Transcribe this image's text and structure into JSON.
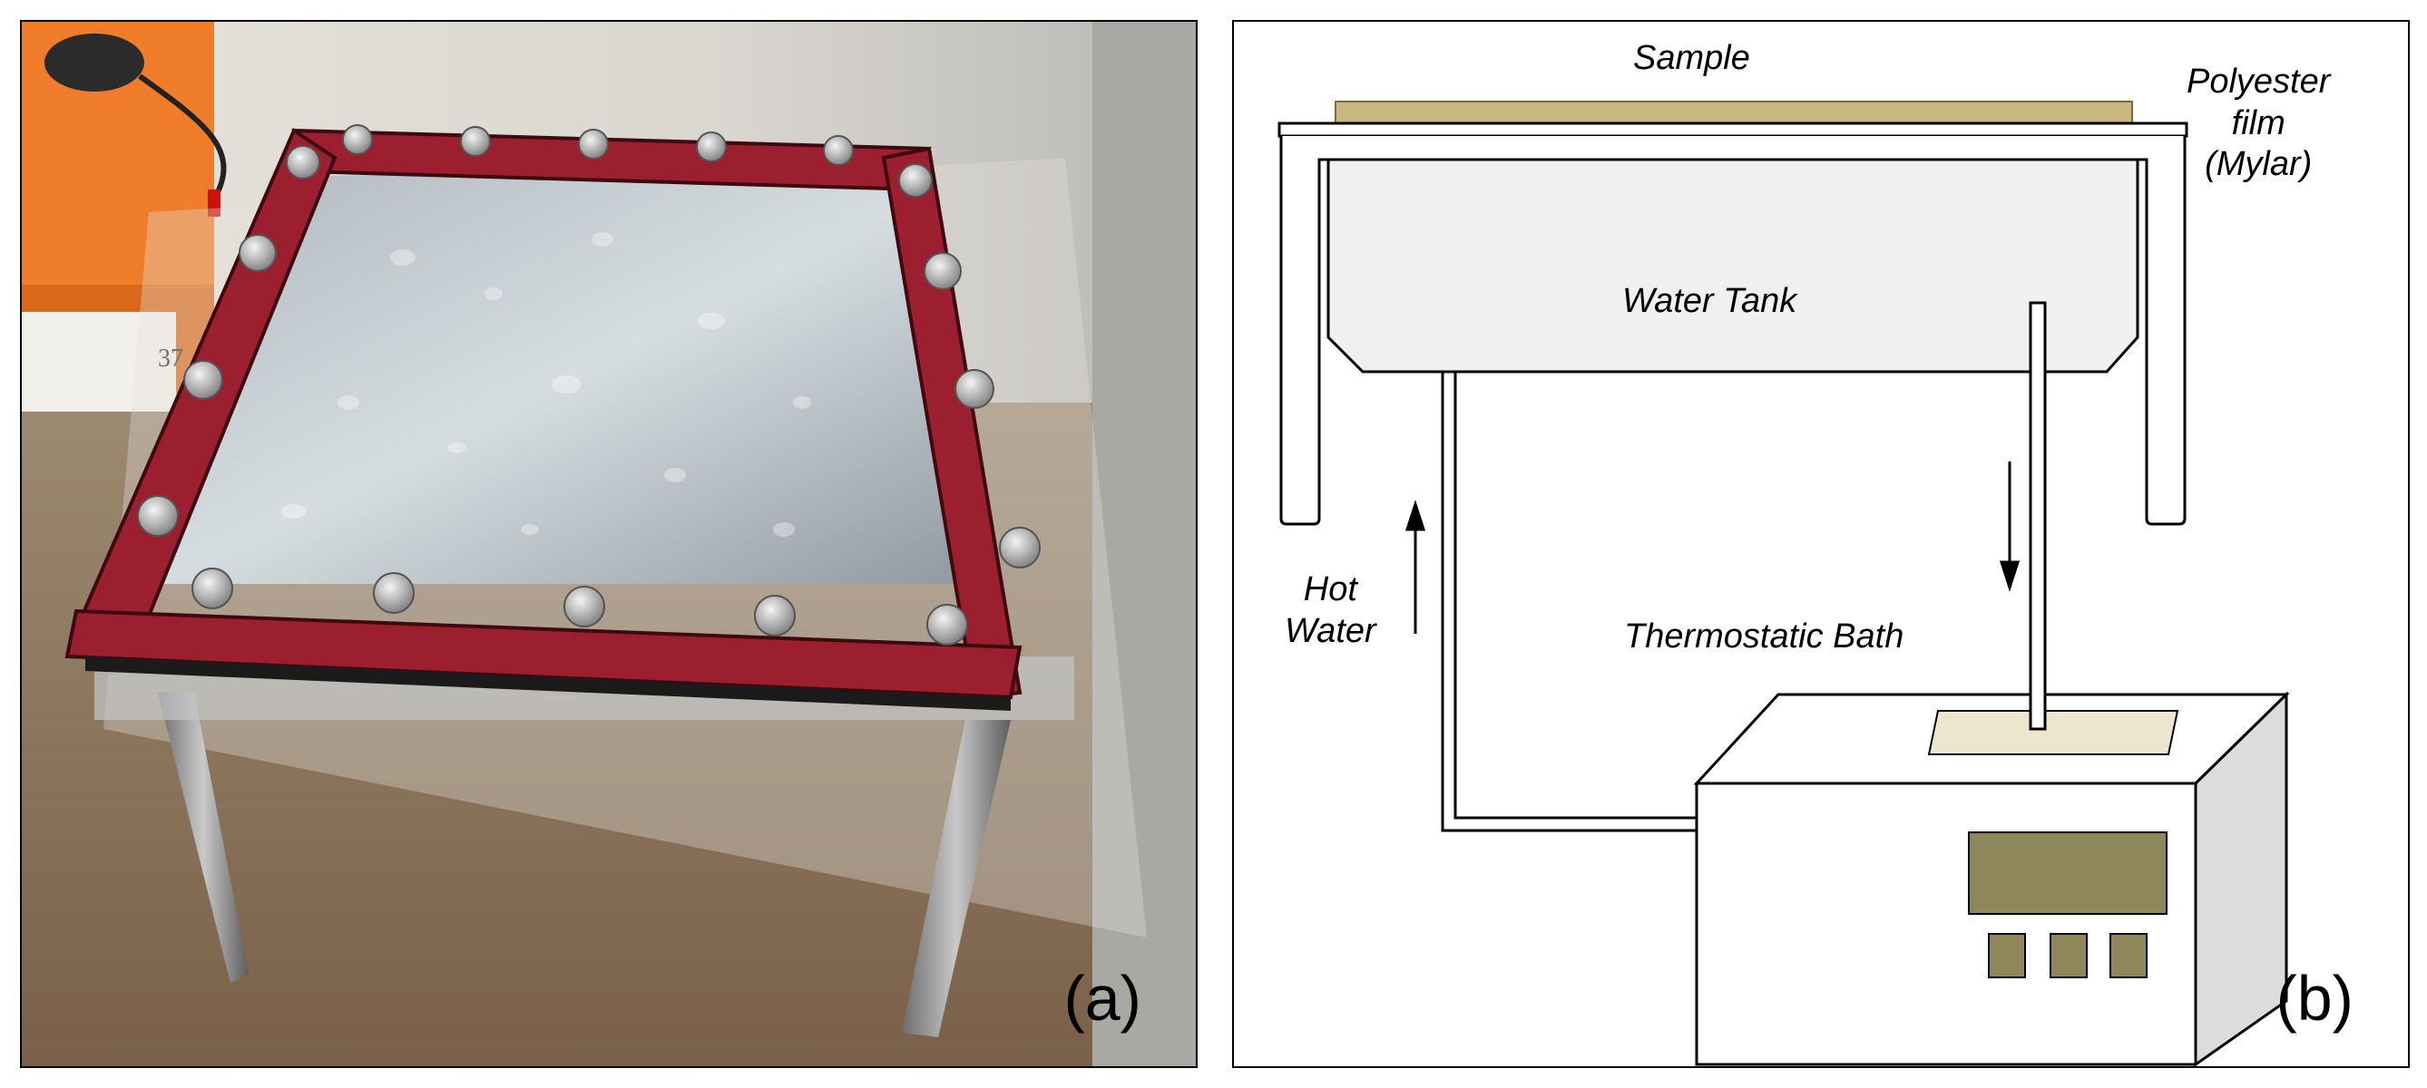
{
  "panel_a": {
    "letter": "(a)"
  },
  "panel_b": {
    "letter": "(b)",
    "labels": {
      "sample": "Sample",
      "polyester_line1": "Polyester",
      "polyester_line2": "film",
      "polyester_line3": "(Mylar)",
      "water_tank": "Water Tank",
      "hot_line1": "Hot",
      "hot_line2": "Water",
      "bath": "Thermostatic Bath"
    }
  },
  "colors": {
    "frame_red": "#9b1f2e",
    "sample_fill": "#c9b77f",
    "display_fill": "#8f875c",
    "tank_fill": "#f0f0f0",
    "lid_fill": "#ebe6cc"
  }
}
